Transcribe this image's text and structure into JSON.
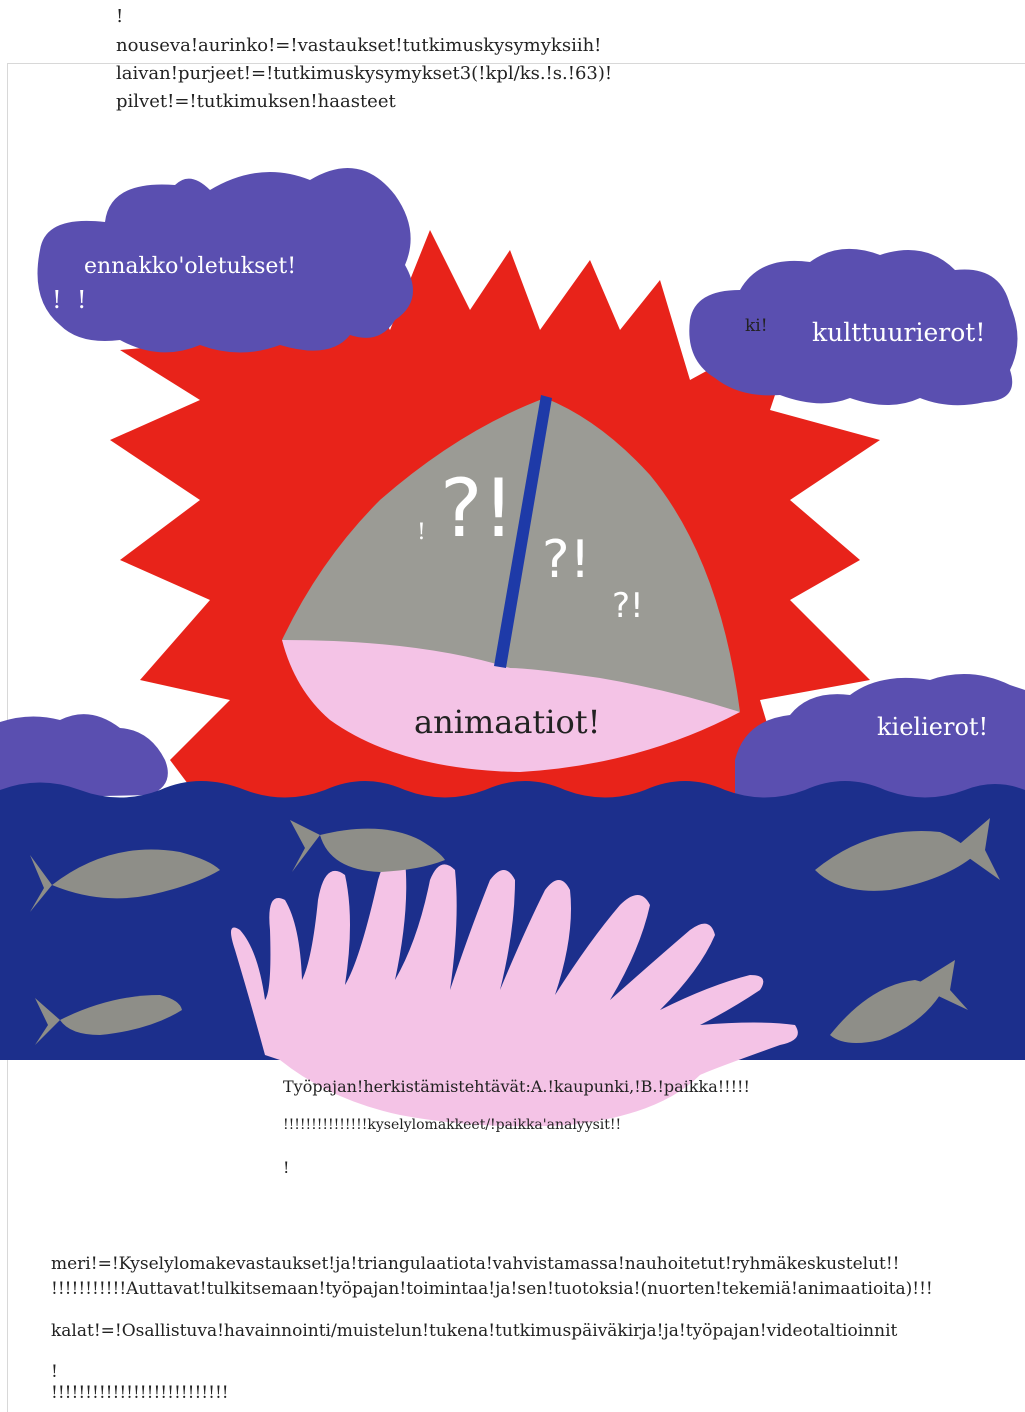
{
  "header_lines": [
    "!",
    "nouseva!aurinko!=!vastaukset!tutkimuskysymyksiih!",
    "laivan!purjeet!=!tutkimuskysymykset3(!kpl/ks.!s.!63)!",
    "pilvet!=!tutkimuksen!haasteet"
  ],
  "collage": {
    "cloud_left_label": "ennakko'oletukset!",
    "cloud_left_marks": "!  !",
    "cloud_right_prefix": "ki!",
    "cloud_right_label": "kulttuurierot!",
    "cloud_low_right_label": "kielierot!",
    "boat_label": "animaatiot!",
    "sail_small_mark": "!",
    "sail_mark_large": "?!",
    "sail_mark_medium": "?!",
    "sail_mark_small": "?!",
    "splash_line1": "Työpajan!herkistämistehtävät:A.!kaupunki,!B.!paikka!!!!!",
    "splash_line2": "!!!!!!!!!!!!!!!kyselylomakkeet/!paikka'analyysit!!",
    "splash_line3": "!"
  },
  "footer_lines": [
    "meri!=!Kyselylomakevastaukset!ja!triangulaatiota!vahvistamassa!nauhoitetut!ryhmäkeskustelut!!",
    "!!!!!!!!!!!Auttavat!tulkitsemaan!työpajan!toimintaa!ja!sen!tuotoksia!(nuorten!tekemiä!animaatioita)!!!",
    "kalat!=!Osallistuva!havainnointi/muistelun!tukena!tutkimuspäiväkirja!ja!työpajan!videotaltioinnit",
    "!",
    "!!!!!!!!!!!!!!!!!!!!!!!!!!"
  ],
  "colors": {
    "sun_red": "#e8231a",
    "cloud_purple": "#5a4fb0",
    "sea_blue": "#1c2f8c",
    "sail_grey": "#9b9b95",
    "mast_blue": "#1e3aa8",
    "pink": "#f4c3e6",
    "fish_grey": "#8e8e88"
  }
}
